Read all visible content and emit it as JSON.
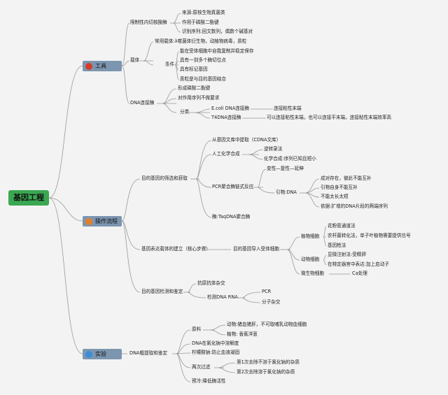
{
  "root": "基因工程",
  "categories": {
    "tools": {
      "label": "工具",
      "color": "#d63b2a"
    },
    "operation": {
      "label": "操作流程",
      "color": "#e77d28"
    },
    "experiment": {
      "label": "实验",
      "color": "#3a8fd6"
    }
  },
  "tools": {
    "restriction": {
      "label": "限制性内切核酸酶",
      "items": [
        "来源:原核生物真菌类",
        "作用于磷酸二酯键",
        "识别序列:回文数列，偶数个碱基对"
      ]
    },
    "vector": {
      "label": "载体",
      "common": "常用载体:λ噬菌体衍生物，动植物病毒，质粒",
      "conditions_label": "条件",
      "conditions": [
        "能在受体细胞中自我复制并稳定保存",
        "具有一到多个酶切位点",
        "具有标记基因",
        "质粒是与目的基因结合"
      ]
    },
    "ligase": {
      "label": "DNA连接酶",
      "form": "形成磷酸二酯键",
      "no_req": "对作用序列不做要求",
      "types_label": "分类",
      "ecoli": "E.coli DNA连接酶",
      "ecoli_note": "连接粘性末端",
      "t4": "T4DNA连接酶",
      "t4_note": "可以连接粘性末端，也可以连接平末端，连接粘性末端效率高"
    }
  },
  "operation": {
    "screen": {
      "label": "目的基因的筛选和获取",
      "library": "从基因文库中提取（CDNA文库）",
      "synthesis": "人工化学合成",
      "synthesis_items": [
        "逆转录法",
        "化学合成:序列已知且短小"
      ],
      "pcr": "PCR聚合酶链式反应",
      "pcr_steps": "变性—复性—延伸",
      "primer": "引物:DNA",
      "primer_items": [
        "成对存在，彼此不能互补",
        "引物自身不能互补",
        "不能太长太短",
        "依据:扩增的DNA片段的两端序列"
      ],
      "enzyme": "酶:TaqDNA聚合酶"
    },
    "express": {
      "label": "基因表达载体的建立（核心步骤）",
      "import": "目的基因导入受体细胞",
      "plant": "植物细胞",
      "plant_items": [
        "花粉管通道法",
        "农杆菌转化法，单子叶植物需要提供信号",
        "基因枪法"
      ],
      "animal": "动物细胞",
      "animal_items": [
        "显微注射法:受精卵",
        "在特定器官中表达:加上启动子"
      ],
      "microbe": "微生物细胞",
      "microbe_item": "Ca处理"
    },
    "detect": {
      "label": "目的基因检测和鉴定",
      "antigen": "抗原抗体杂交",
      "rna": "检测DNA RNA",
      "rna_items": [
        "PCR",
        "分子杂交"
      ]
    }
  },
  "experiment": {
    "label": "DNA粗提取和鉴定",
    "material": "原料",
    "material_items": [
      "动物:猪血猪肝，不可取哺乳动物血细胞",
      "植物: 香蕉洋葱"
    ],
    "dissolve": "DNA在氯化钠中溶解度",
    "lemon": "柠檬酸钠:防止血液凝固",
    "filter": "两次过滤",
    "filter_items": [
      "第1次去除不溶于氯化钠的杂质",
      "第2次去除溶于氯化钠的杂质"
    ],
    "ice": "预冷:降低酶活性"
  }
}
